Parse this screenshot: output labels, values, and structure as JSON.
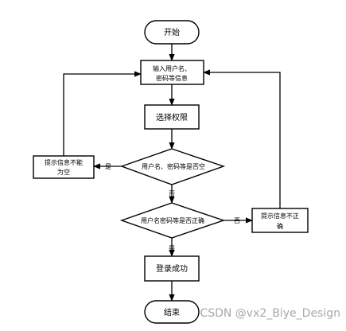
{
  "diagram": {
    "nodes": {
      "start": "开始",
      "input_line1": "输入用户名、",
      "input_line2": "密码等信息",
      "select_role": "选择权限",
      "check_empty": "用户名、密码等是否空",
      "empty_msg_line1": "提示信息不能",
      "empty_msg_line2": "为空",
      "check_correct": "用户名密码等是否正确",
      "incorrect_msg_line1": "提示信息不正",
      "incorrect_msg_line2": "确",
      "login_success": "登录成功",
      "end": "结束"
    },
    "edge_labels": {
      "empty_yes": "是",
      "empty_no": "否",
      "correct_no": "否",
      "correct_yes": "是"
    }
  },
  "watermark": "CSDN @vx2_Biye_Design"
}
